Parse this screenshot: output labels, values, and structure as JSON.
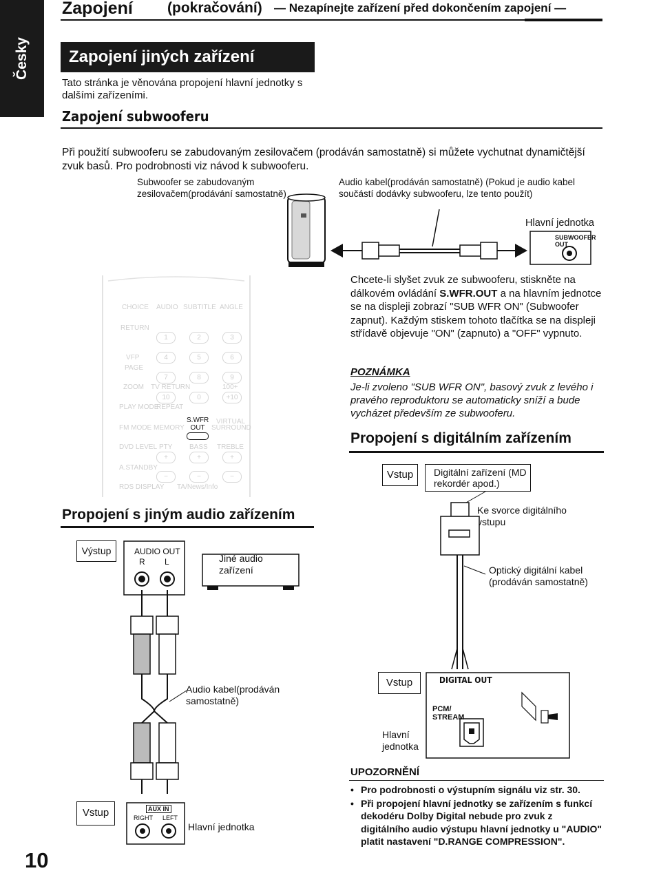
{
  "sidebar": {
    "language": "Česky",
    "page_number": "10"
  },
  "header": {
    "title": "Zapojení",
    "subtitle": "(pokračování)",
    "warning": "— Nezapínejte zařízení před dokončením zapojení —"
  },
  "section": {
    "title": "Zapojení jiných zařízení",
    "intro": "Tato stránka je věnována propojení hlavní jednotky s dalšími zařízeními."
  },
  "subwoofer": {
    "heading": "Zapojení subwooferu",
    "text": "Při použití subwooferu se zabudovaným zesilovačem (prodáván samostatně) si můžete vychutnat dynamičtější zvuk basů. Pro podrobnosti viz návod k subwooferu.",
    "device_label": "Subwoofer se zabudovaným zesilovačem(prodávání samostatně)",
    "cable_label": "Audio kabel(prodáván samostatně) (Pokud je audio kabel součástí dodávky subwooferu, lze tento použít)",
    "unit_label": "Hlavní jednotka",
    "jack_label_line1": "SUBWOOFER",
    "jack_label_line2": "OUT",
    "instruction_before": "Chcete-li slyšet zvuk ze subwooferu, stiskněte na dálkovém ovládání ",
    "instruction_key": "S.WFR.OUT",
    "instruction_after": " a na hlavním jednotce se na displeji zobrazí \"SUB WFR ON\" (Subwoofer zapnut). Každým stiskem tohoto tlačítka se na displeji střídavě objevuje \"ON\" (zapnuto) a \"OFF\" vypnuto.",
    "note_title": "POZNÁMKA",
    "note_text": "Je-li zvoleno \"SUB WFR ON\", basový zvuk z levého i pravého reproduktoru se automaticky sníží a bude vycházet především ze subwooferu."
  },
  "remote": {
    "labels": [
      "CHOICE",
      "AUDIO",
      "SUBTITLE",
      "ANGLE",
      "RETURN",
      "VFP",
      "PAGE",
      "ZOOM",
      "TV RETURN",
      "100+",
      "PLAY MODE",
      "REPEAT",
      "S.WFR",
      "OUT",
      "VIRTUAL",
      "SURROUND",
      "FM MODE",
      "MEMORY",
      "DVD LEVEL",
      "PTY",
      "BASS",
      "TREBLE",
      "A.STANDBY",
      "RDS DISPLAY",
      "TA/News/Info"
    ],
    "keys": [
      "1",
      "2",
      "3",
      "4",
      "5",
      "6",
      "7",
      "8",
      "9",
      "10",
      "0",
      "+10",
      "+",
      "+",
      "+",
      "−",
      "−",
      "−"
    ]
  },
  "audio_device": {
    "heading": "Propojení s jiným audio zařízením",
    "output_label": "Výstup",
    "audio_out_label": "AUDIO OUT",
    "r_label": "R",
    "l_label": "L",
    "device_label": "Jiné audio zařízení",
    "cable_label": "Audio kabel(prodáván samostatně)",
    "input_label": "Vstup",
    "aux_in_label": "AUX IN",
    "right_label": "RIGHT",
    "left_label": "LEFT",
    "unit_label": "Hlavní jednotka"
  },
  "digital": {
    "heading": "Propojení s digitálním zařízením",
    "input_label": "Vstup",
    "device_label": "Digitální zařízení (MD rekordér apod.)",
    "terminal_label": "Ke svorce digitálního vstupu",
    "cable_label": "Optický digitální kabel (prodáván samostatně)",
    "input_label2": "Vstup",
    "digital_out_label": "DIGITAL OUT",
    "pcm_label": "PCM/ STREAM",
    "unit_label": "Hlavní jednotka"
  },
  "caution": {
    "title": "UPOZORNĚNÍ",
    "items": [
      "Pro podrobnosti o výstupním signálu viz str. 30.",
      "Při propojení hlavní jednotky se zařízením s funkcí dekodéru Dolby Digital nebude pro zvuk z digitálního audio výstupu hlavní jednotky u \"AUDIO\" platit nastavení \"D.RANGE COMPRESSION\"."
    ]
  }
}
